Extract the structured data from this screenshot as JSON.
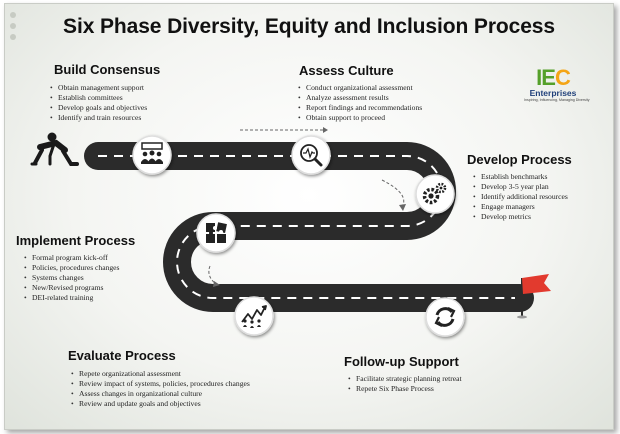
{
  "title": "Six Phase Diversity, Equity and Inclusion Process",
  "logo": {
    "mark_left": "IE",
    "mark_right": "C",
    "name": "Enterprises",
    "tagline": "Inspiring, Influencing, Managing Diversity"
  },
  "phases": [
    {
      "title": "Build Consensus",
      "icon": "team-presentation-icon",
      "bullets": [
        "Obtain management support",
        "Establish committees",
        "Develop goals and objectives",
        "Identify and train resources"
      ]
    },
    {
      "title": "Assess Culture",
      "icon": "magnifier-pulse-icon",
      "bullets": [
        "Conduct organizational assessment",
        "Analyze assessment results",
        "Report findings and recommendations",
        "Obtain support to proceed"
      ]
    },
    {
      "title": "Develop Process",
      "icon": "gears-icon",
      "bullets": [
        "Establish benchmarks",
        "Develop 3-5 year plan",
        "Identify additional resources",
        "Engage managers",
        "Develop metrics"
      ]
    },
    {
      "title": "Implement Process",
      "icon": "puzzle-icon",
      "bullets": [
        "Formal program kick-off",
        "Policies, procedures changes",
        "Systems changes",
        "New/Revised programs",
        "DEI-related training"
      ]
    },
    {
      "title": "Evaluate Process",
      "icon": "growth-chart-icon",
      "bullets": [
        "Repete organizational assessment",
        "Review impact of systems, policies, procedures changes",
        "Assess changes in organizational culture",
        "Review and update goals and objectives"
      ]
    },
    {
      "title": "Follow-up Support",
      "icon": "refresh-cycle-icon",
      "bullets": [
        "Facilitate strategic planning retreat",
        "Repete Six Phase Process"
      ]
    }
  ],
  "colors": {
    "road": "#2b2b2b",
    "road_line": "#ffffff",
    "flag": "#e23a2e",
    "logo_green": "#55a02a",
    "logo_orange": "#f4a516",
    "logo_blue": "#1f3f7a"
  }
}
